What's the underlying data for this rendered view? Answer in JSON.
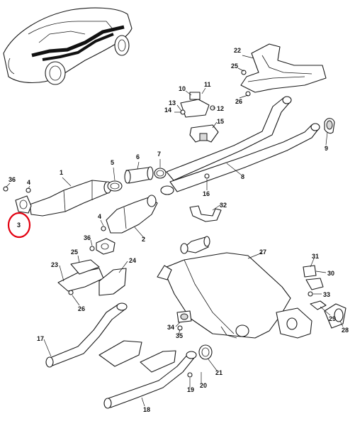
{
  "diagram": {
    "callouts": [
      {
        "id": "c36a",
        "label": "36"
      },
      {
        "id": "c4a",
        "label": "4"
      },
      {
        "id": "c1",
        "label": "1"
      },
      {
        "id": "c3",
        "label": "3"
      },
      {
        "id": "c5",
        "label": "5"
      },
      {
        "id": "c6",
        "label": "6"
      },
      {
        "id": "c7",
        "label": "7"
      },
      {
        "id": "c4b",
        "label": "4"
      },
      {
        "id": "c36b",
        "label": "36"
      },
      {
        "id": "c2",
        "label": "2"
      },
      {
        "id": "c8",
        "label": "8"
      },
      {
        "id": "c9",
        "label": "9"
      },
      {
        "id": "c10",
        "label": "10"
      },
      {
        "id": "c11",
        "label": "11"
      },
      {
        "id": "c12",
        "label": "12"
      },
      {
        "id": "c13",
        "label": "13"
      },
      {
        "id": "c14",
        "label": "14"
      },
      {
        "id": "c15",
        "label": "15"
      },
      {
        "id": "c16",
        "label": "16"
      },
      {
        "id": "c22",
        "label": "22"
      },
      {
        "id": "c25a",
        "label": "25"
      },
      {
        "id": "c26a",
        "label": "26"
      },
      {
        "id": "c32",
        "label": "32"
      },
      {
        "id": "c25b",
        "label": "25"
      },
      {
        "id": "c23",
        "label": "23"
      },
      {
        "id": "c24",
        "label": "24"
      },
      {
        "id": "c26b",
        "label": "26"
      },
      {
        "id": "c17",
        "label": "17"
      },
      {
        "id": "c18",
        "label": "18"
      },
      {
        "id": "c19",
        "label": "19"
      },
      {
        "id": "c20",
        "label": "20"
      },
      {
        "id": "c21",
        "label": "21"
      },
      {
        "id": "c27",
        "label": "27"
      },
      {
        "id": "c28",
        "label": "28"
      },
      {
        "id": "c29",
        "label": "29"
      },
      {
        "id": "c30",
        "label": "30"
      },
      {
        "id": "c31",
        "label": "31"
      },
      {
        "id": "c33",
        "label": "33"
      },
      {
        "id": "c34",
        "label": "34"
      },
      {
        "id": "c35",
        "label": "35"
      }
    ],
    "highlight": {
      "label": "3",
      "color": "#e3000f"
    }
  }
}
